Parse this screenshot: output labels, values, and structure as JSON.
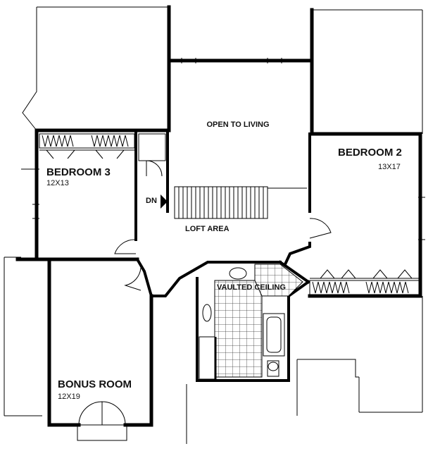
{
  "rooms": {
    "open_to_living": {
      "label": "OPEN TO LIVING"
    },
    "bedroom2": {
      "label": "BEDROOM 2",
      "dims": "13X17"
    },
    "bedroom3": {
      "label": "BEDROOM 3",
      "dims": "12X13"
    },
    "loft": {
      "label": "LOFT AREA"
    },
    "vaulted": {
      "label": "VAULTED CEILING"
    },
    "bonus": {
      "label": "BONUS ROOM",
      "dims": "12X19"
    }
  },
  "stairs": {
    "label": "DN"
  }
}
